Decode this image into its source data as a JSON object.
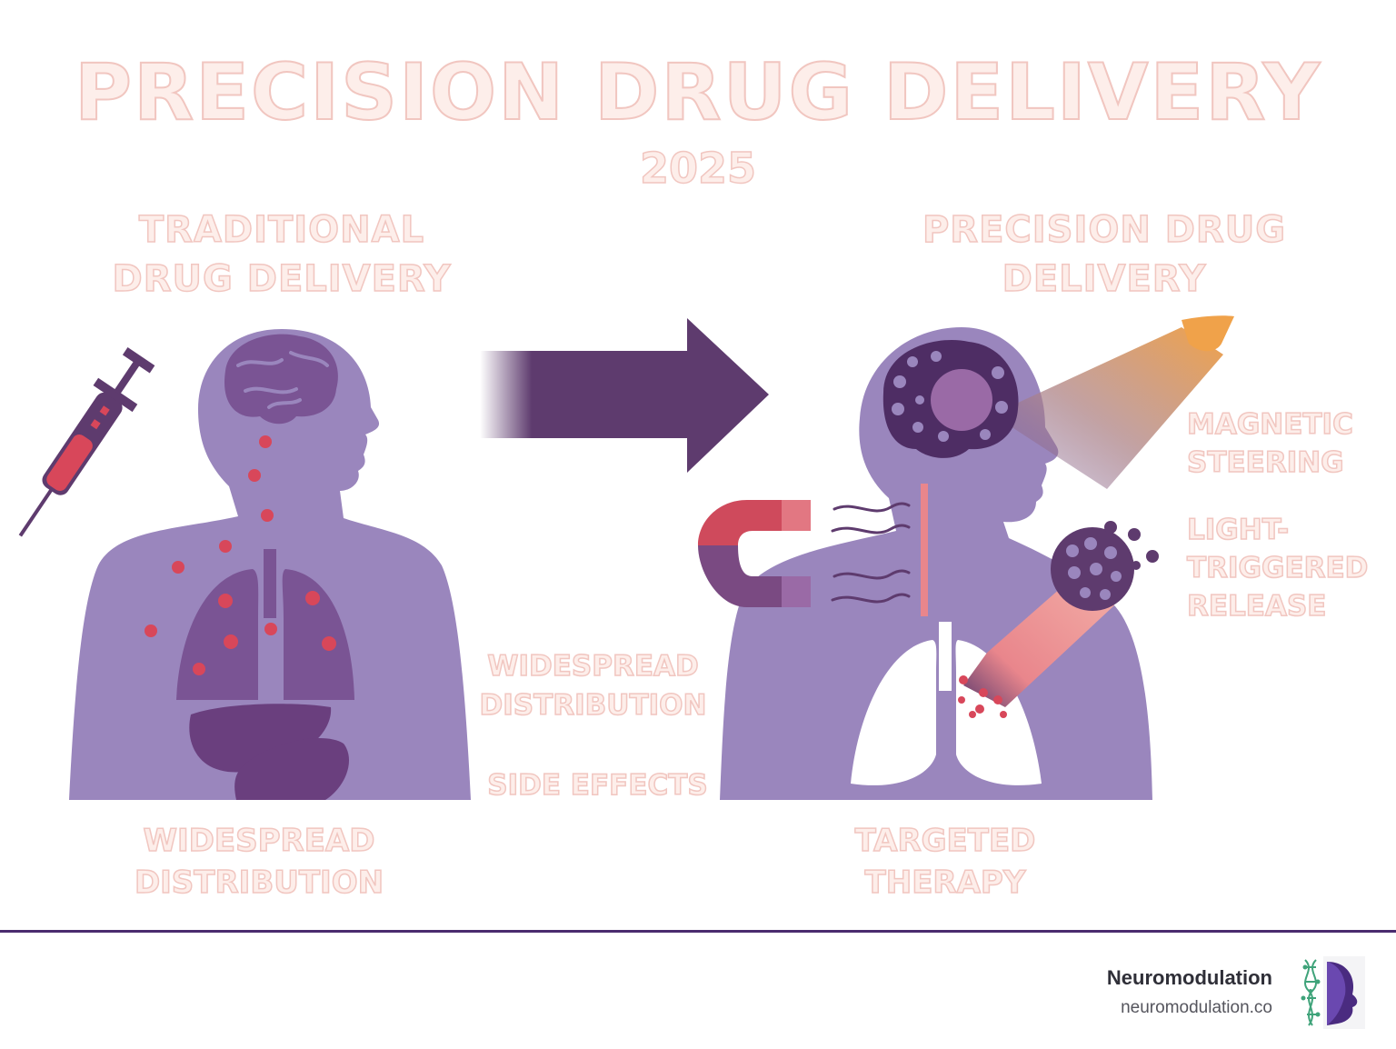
{
  "title": "PRECISION DRUG DELIVERY",
  "year": "2025",
  "left_panel": {
    "heading_line1": "TRADITIONAL",
    "heading_line2": "DRUG DELIVERY",
    "caption_line1": "WIDESPREAD",
    "caption_line2": "DISTRIBUTION"
  },
  "middle": {
    "label_line1": "WIDESPREAD",
    "label_line2": "DISTRIBUTION",
    "side_effects": "SIDE EFFECTS"
  },
  "right_panel": {
    "heading_line1": "PRECISION DRUG",
    "heading_line2": "DELIVERY",
    "magnetic_line1": "MAGNETIC",
    "magnetic_line2": "STEERING",
    "light_line1": "LIGHT-",
    "light_line2": "TRIGGERED",
    "light_line3": "RELEASE",
    "caption_line1": "TARGETED",
    "caption_line2": "THERAPY"
  },
  "footer": {
    "brand": "Neuromodulation",
    "url": "neuromodulation.co"
  },
  "colors": {
    "body": "#9a86bd",
    "organ": "#7a5494",
    "dark_purple": "#5e3b6e",
    "drug_red": "#d8475a",
    "light_beam": "#f0a24a",
    "heading_fill": "#fdeeea",
    "heading_stroke": "#f1c6c0",
    "footer_rule": "#4a2b6e"
  },
  "icons": [
    "syringe-icon",
    "magnet-icon",
    "arrow-right-icon",
    "light-source-icon",
    "brand-logo-icon"
  ]
}
